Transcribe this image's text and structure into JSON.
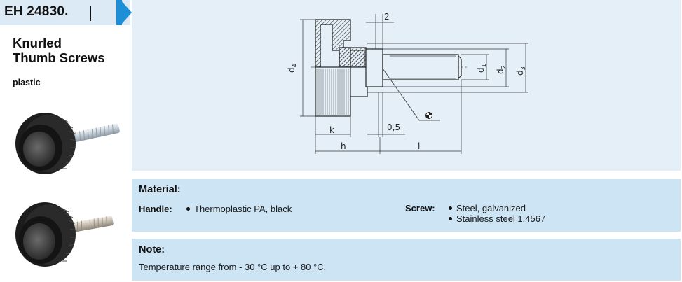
{
  "header": {
    "code": "EH 24830.",
    "name": "Knurled Thumb Screws",
    "name_lines": [
      "Knurled",
      "Thumb Screws"
    ],
    "variant": "plastic",
    "accent_color": "#1e8fd6"
  },
  "drawing": {
    "dimension_labels": {
      "d4": "d",
      "d4_sub": "4",
      "d1": "d",
      "d1_sub": "1",
      "d2": "d",
      "d2_sub": "2",
      "d3": "d",
      "d3_sub": "3",
      "gap": "2",
      "k": "k",
      "chamfer": "0,5",
      "h": "h",
      "l": "l"
    }
  },
  "material": {
    "heading": "Material:",
    "handle_label": "Handle:",
    "handle_items": [
      "Thermoplastic PA, black"
    ],
    "screw_label": "Screw:",
    "screw_items": [
      "Steel, galvanized",
      "Stainless steel 1.4567"
    ]
  },
  "note": {
    "heading": "Note:",
    "text": "Temperature range from - 30 °C up to + 80 °C."
  },
  "colors": {
    "title_bar": "#dbeaf5",
    "drawing_panel": "#e4eff8",
    "info_panel": "#cde4f4"
  }
}
